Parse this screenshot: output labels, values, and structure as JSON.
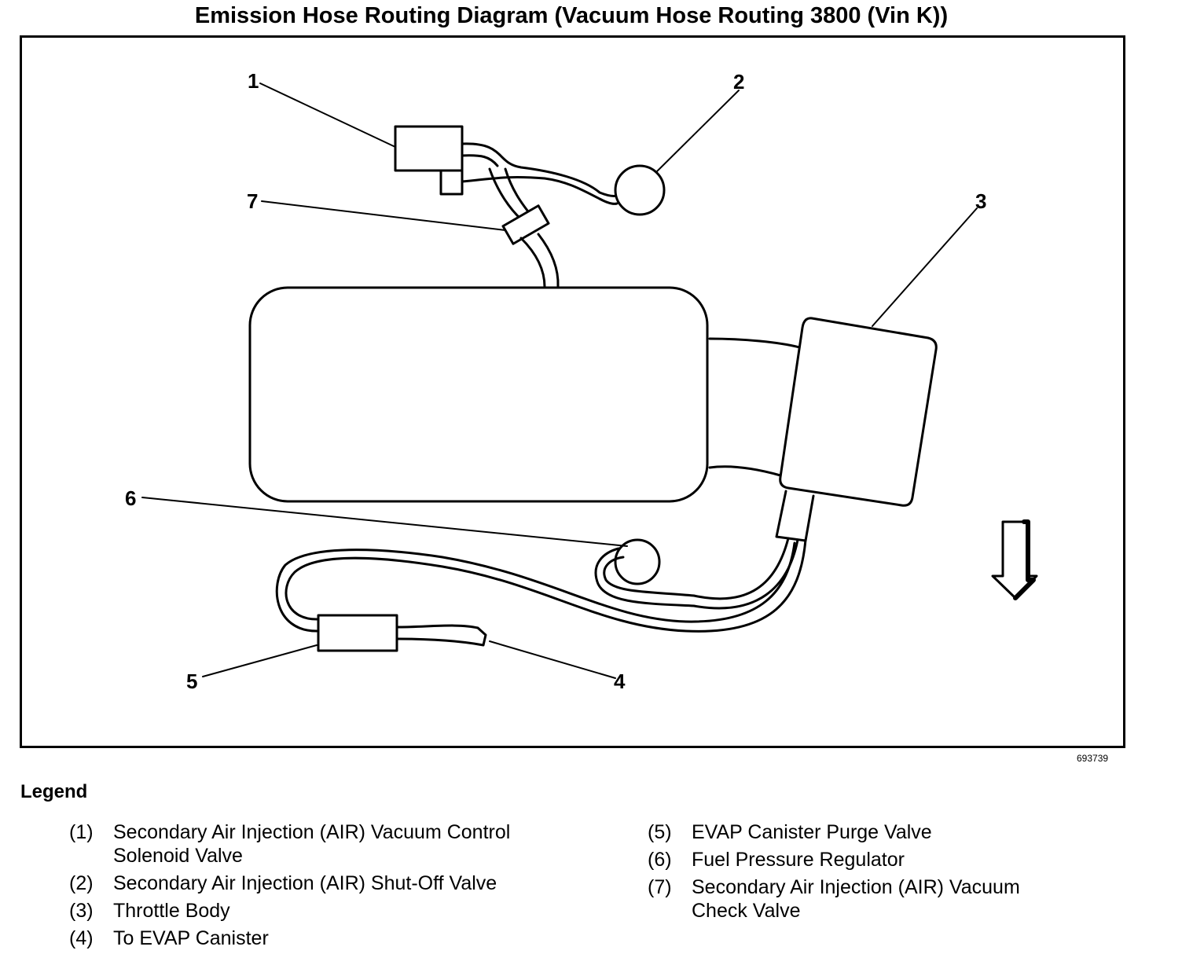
{
  "title": "Emission Hose Routing Diagram (Vacuum Hose Routing 3800 (Vin K))",
  "figure_id": "693739",
  "callouts": [
    "1",
    "2",
    "3",
    "4",
    "5",
    "6",
    "7"
  ],
  "legend": {
    "title": "Legend",
    "left": [
      {
        "num": "(1)",
        "text": "Secondary Air Injection (AIR) Vacuum Control Solenoid Valve"
      },
      {
        "num": "(2)",
        "text": "Secondary Air Injection (AIR) Shut-Off Valve"
      },
      {
        "num": "(3)",
        "text": "Throttle Body"
      },
      {
        "num": "(4)",
        "text": "To EVAP Canister"
      }
    ],
    "right": [
      {
        "num": "(5)",
        "text": "EVAP Canister Purge Valve"
      },
      {
        "num": "(6)",
        "text": "Fuel Pressure Regulator"
      },
      {
        "num": "(7)",
        "text": "Secondary Air Injection (AIR) Vacuum Check Valve"
      }
    ]
  }
}
